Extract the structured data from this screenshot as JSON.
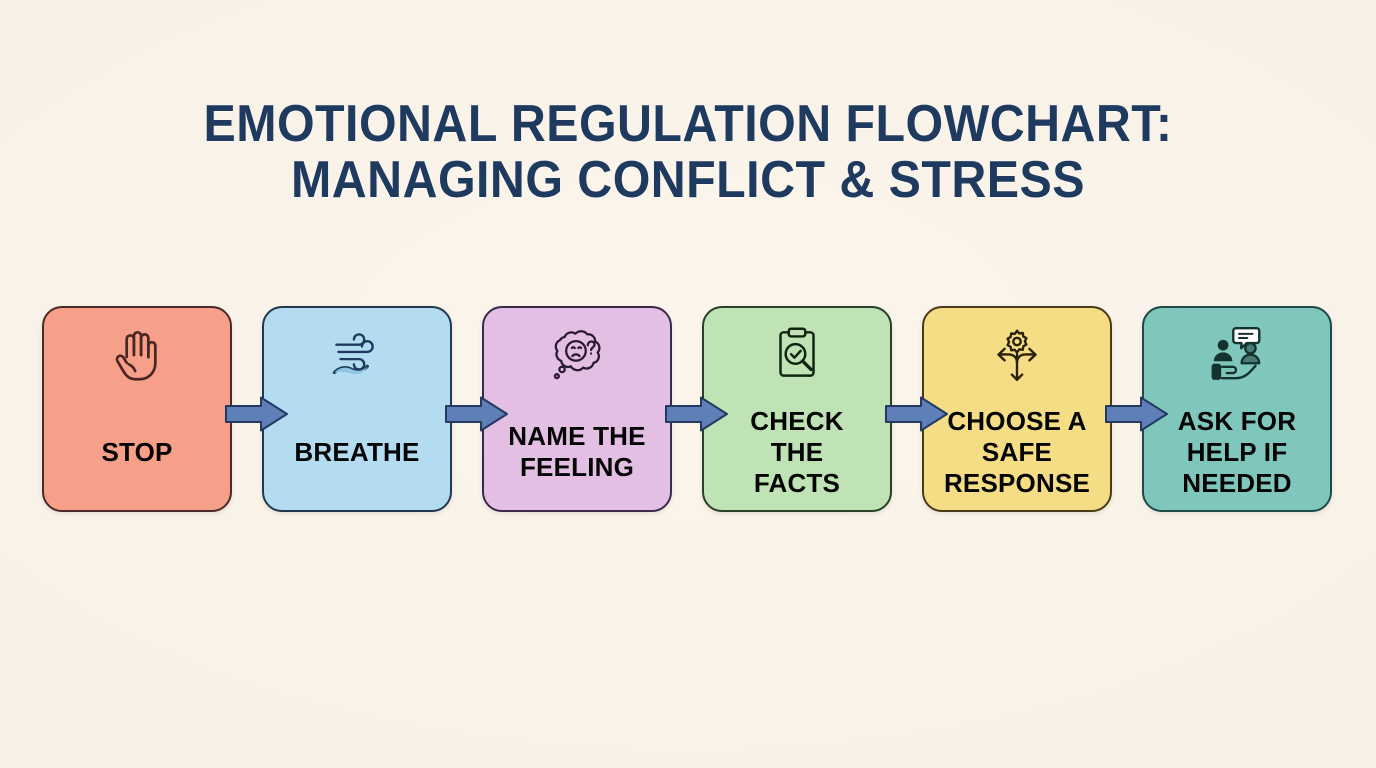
{
  "title": {
    "line1": "EMOTIONAL REGULATION FLOWCHART:",
    "line2": "MANAGING CONFLICT & STRESS"
  },
  "colors": {
    "background": "#f8f1e6",
    "title_text": "#1f3a5f",
    "box_border": "#22384f",
    "box_border_stop": "#4a2a2a",
    "arrow_fill": "#5f7fb8",
    "arrow_stroke": "#23395f",
    "label_text": "#050505"
  },
  "chart_data": {
    "type": "flowchart",
    "title": "EMOTIONAL REGULATION FLOWCHART: MANAGING CONFLICT & STRESS",
    "orientation": "horizontal",
    "connector": "arrow",
    "step_count": 6,
    "steps": [
      {
        "order": 1,
        "label": "STOP",
        "lines": [
          "STOP"
        ],
        "icon": "raised-hand-icon",
        "fill": "#f6a08a",
        "border": "#4a2a2a",
        "icon_color": "#4a2523"
      },
      {
        "order": 2,
        "label": "BREATHE",
        "lines": [
          "BREATHE"
        ],
        "icon": "wind-breath-icon",
        "fill": "#b3dcf0",
        "border": "#22384f",
        "icon_color": "#1f3a5f"
      },
      {
        "order": 3,
        "label": "NAME THE FEELING",
        "lines": [
          "NAME THE",
          "FEELING"
        ],
        "icon": "thought-bubble-sad-face-icon",
        "fill": "#e3bfe3",
        "border": "#3a2a4a",
        "icon_color": "#2a1a33"
      },
      {
        "order": 4,
        "label": "CHECK THE FACTS",
        "lines": [
          "CHECK",
          "THE",
          "FACTS"
        ],
        "icon": "clipboard-magnifier-check-icon",
        "fill": "#bfe3b4",
        "border": "#2a4028",
        "icon_color": "#10240f"
      },
      {
        "order": 5,
        "label": "CHOOSE A SAFE RESPONSE",
        "lines": [
          "CHOOSE A",
          "SAFE",
          "RESPONSE"
        ],
        "icon": "gear-fork-arrows-icon",
        "fill": "#f5dd86",
        "border": "#4a3a18",
        "icon_color": "#2a2008"
      },
      {
        "order": 6,
        "label": "ASK FOR HELP IF NEEDED",
        "lines": [
          "ASK FOR",
          "HELP IF",
          "NEEDED"
        ],
        "icon": "helping-hand-people-chat-icon",
        "fill": "#7fc7bd",
        "border": "#1f4a47",
        "icon_color": "#14332f"
      }
    ],
    "arrows": [
      {
        "from": 1,
        "to": 2
      },
      {
        "from": 2,
        "to": 3
      },
      {
        "from": 3,
        "to": 4
      },
      {
        "from": 4,
        "to": 5
      },
      {
        "from": 5,
        "to": 6
      }
    ]
  }
}
